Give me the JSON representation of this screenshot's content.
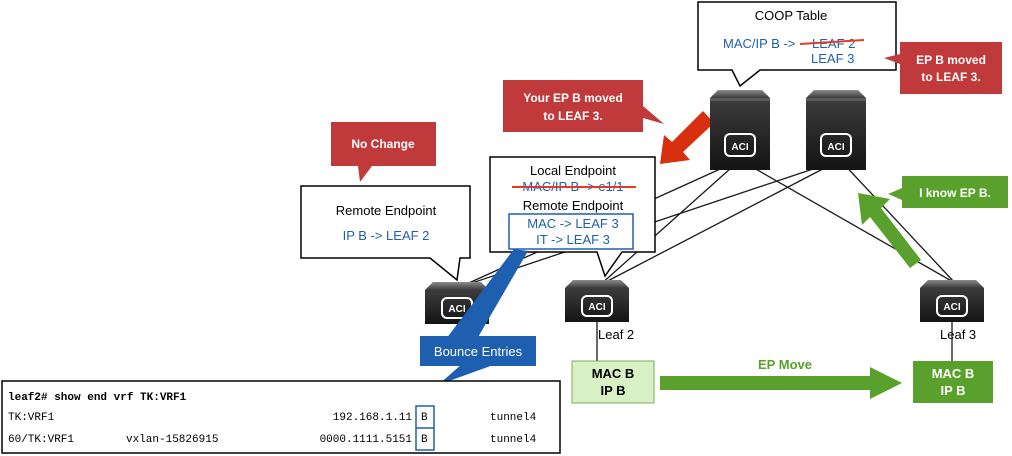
{
  "coop_table": {
    "title": "COOP Table",
    "line1_prefix": "MAC/IP B ->",
    "line1_struck": "LEAF 2",
    "line2": "LEAF 3"
  },
  "callouts": {
    "ep_b_moved": "EP B moved\nto LEAF 3.",
    "your_ep_b_moved": "Your EP B moved\nto LEAF 3.",
    "no_change": "No Change",
    "i_know_ep_b": "I know EP B.",
    "bounce_entries": "Bounce Entries"
  },
  "leaf2_bubble": {
    "local_title": "Local Endpoint",
    "local_struck": "MAC/IP B -> e1/1",
    "remote_title": "Remote Endpoint",
    "remote_line1": "MAC -> LEAF 3",
    "remote_line2": "IT -> LEAF 3"
  },
  "leaf1_bubble": {
    "title": "Remote Endpoint",
    "line1": "IP B -> LEAF 2"
  },
  "switch_badge": "ACI",
  "leaf_labels": {
    "leaf2": "Leaf 2",
    "leaf3": "Leaf 3"
  },
  "endpoints": {
    "old": {
      "line1": "MAC B",
      "line2": "IP B"
    },
    "new": {
      "line1": "MAC B",
      "line2": "IP B"
    }
  },
  "ep_move_label": "EP Move",
  "cli": {
    "command": "leaf2# show end vrf TK:VRF1",
    "rows": [
      {
        "col1": "TK:VRF1",
        "col2": "",
        "col3": "192.168.1.11",
        "flag": "B",
        "col5": "tunnel4"
      },
      {
        "col1": "60/TK:VRF1",
        "col2": "vxlan-15826915",
        "col3": "0000.1111.5151",
        "flag": "B",
        "col5": "tunnel4"
      }
    ]
  },
  "colors": {
    "callout_red": "#c0393b",
    "callout_green": "#5aa02c",
    "bounce_blue": "#1f5fb0",
    "text_blue": "#1f5fb0",
    "strike_red": "#e23b2a",
    "arrow_orange": "#d8300e",
    "endpoint_fill": "#d9f0c4",
    "switch_dark": "#2d2d2d"
  }
}
